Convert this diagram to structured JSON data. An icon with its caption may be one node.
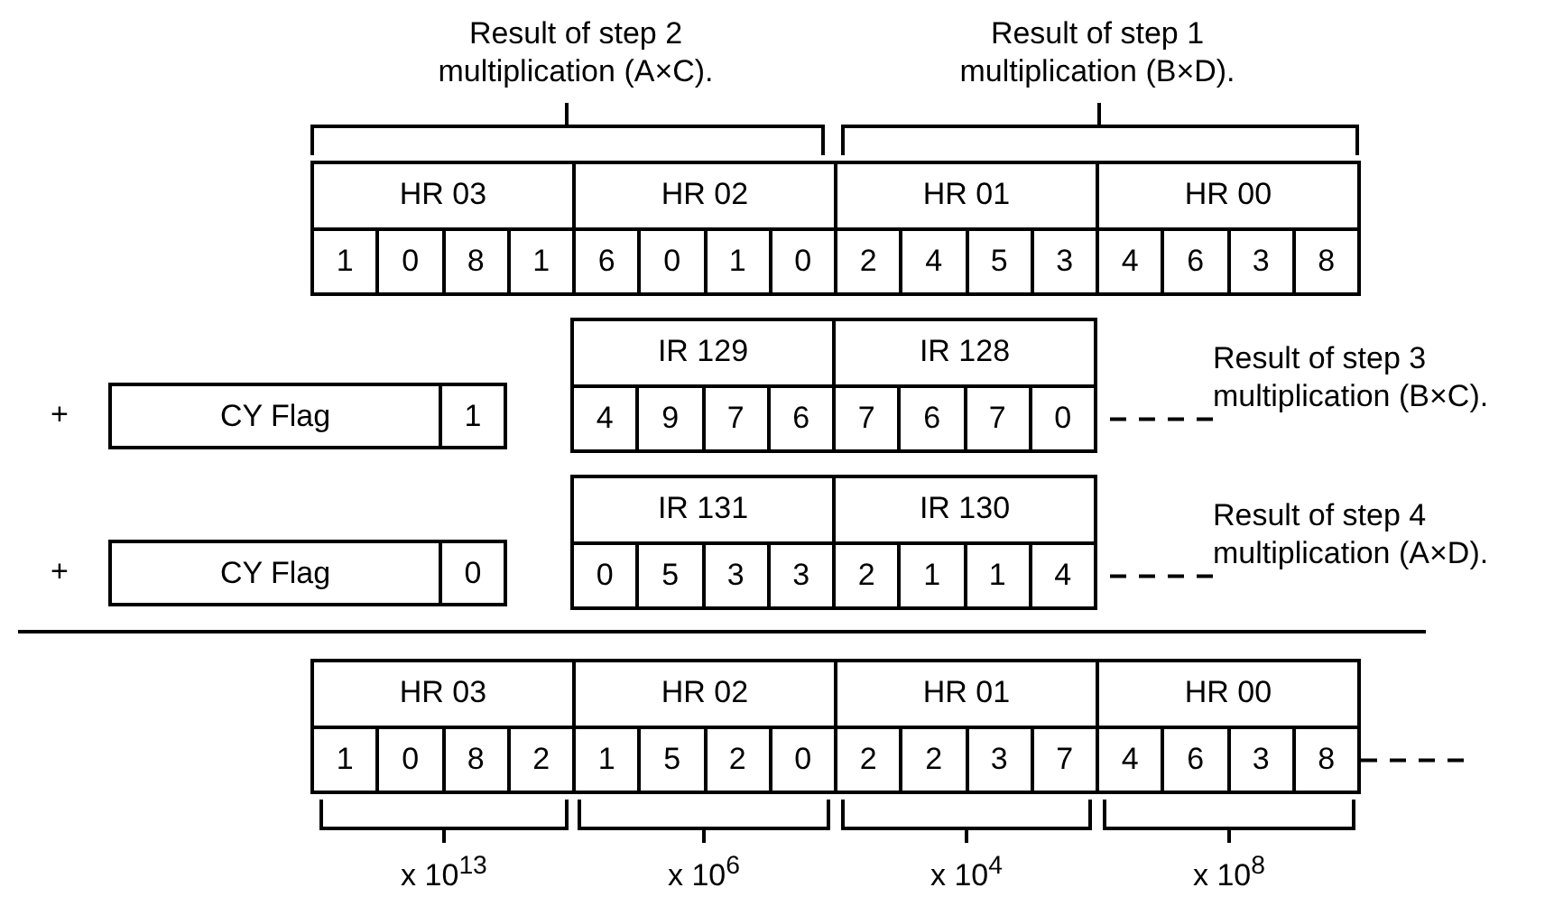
{
  "diagram": {
    "nodes": [
      {
        "text": [
          "Result of step 3 multiplication (B×C)."
        ]
      },
      {
        "text": [],
        "shape": "box"
      },
      {
        "text": [
          "Result of step 4 multiplication (A×D)."
        ]
      },
      {
        "text": [],
        "shape": "box"
      },
      {
        "text": [],
        "shape": "box"
      }
    ],
    "edges": [
      {
        "from": 0,
        "to": 1,
        "arrow": "none",
        "style": "dashed"
      },
      {
        "from": 2,
        "to": 3,
        "arrow": "none",
        "style": "dashed"
      },
      {
        "from": 4,
        "to": null,
        "arrow": "none",
        "style": "dashed"
      }
    ],
    "labels": [
      "Result of step 2 multiplication (A×C).",
      "Result of step 1 multiplication (B×D).",
      "HR 03",
      "HR 02",
      "HR 01",
      "HR 00",
      "1",
      "0",
      "8",
      "1",
      "6",
      "0",
      "1",
      "0",
      "2",
      "4",
      "5",
      "3",
      "4",
      "6",
      "3",
      "8",
      "+",
      "CY Flag",
      "1",
      "IR 129",
      "IR 128",
      "4",
      "9",
      "7",
      "6",
      "7",
      "6",
      "7",
      "0",
      "+",
      "CY Flag",
      "0",
      "IR 131",
      "IR 130",
      "0",
      "5",
      "3",
      "3",
      "2",
      "1",
      "1",
      "4",
      "HR 03",
      "HR 02",
      "HR 01",
      "HR 00",
      "1",
      "0",
      "8",
      "2",
      "1",
      "5",
      "2",
      "0",
      "2",
      "2",
      "3",
      "7",
      "4",
      "6",
      "3",
      "8",
      "x 10$^{13}$",
      "x 10$^{6}$",
      "x 10$^{4}$",
      "x 10$^{8}$"
    ]
  }
}
